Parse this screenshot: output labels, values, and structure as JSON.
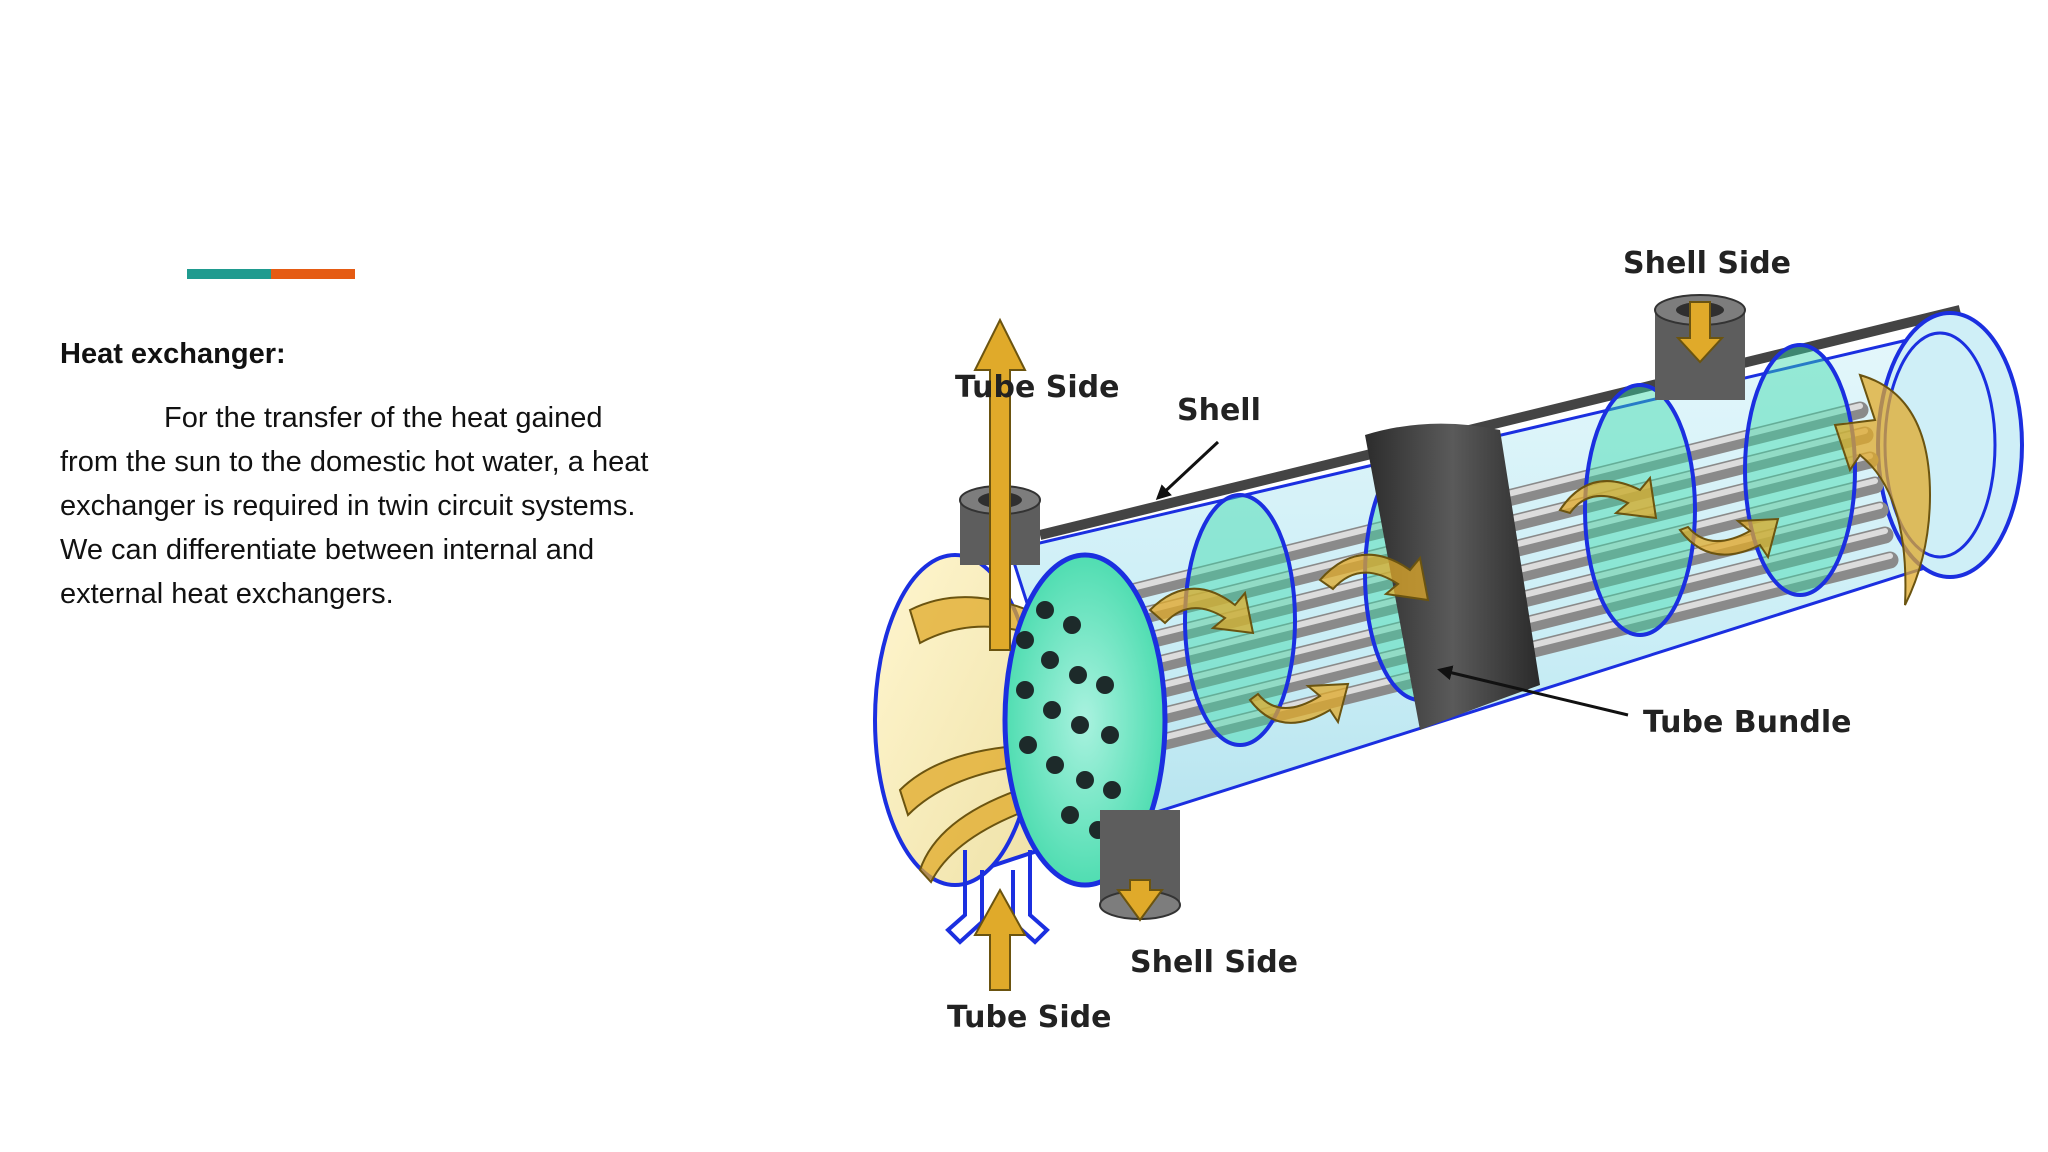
{
  "slide": {
    "heading": "Heat exchanger:",
    "body": "For the transfer of the heat gained from the sun to the domestic hot water, a heat exchanger is required in twin circuit systems. We can differentiate between internal and external heat exchangers.",
    "accent_colors": [
      "#1f9b8f",
      "#e55b13"
    ]
  },
  "diagram": {
    "labels": {
      "tube_side_top": "Tube Side",
      "tube_side_bottom": "Tube Side",
      "shell": "Shell",
      "shell_side_top": "Shell Side",
      "shell_side_bottom": "Shell Side",
      "tube_bundle": "Tube Bundle"
    },
    "colors": {
      "shell_fill": "#d6f0f7",
      "shell_outline": "#1b2fe0",
      "baffle": "#38d9a8",
      "flow_arrow": "#e0aa2a",
      "nozzle": "#555555",
      "band": "#3c3c3c"
    }
  }
}
